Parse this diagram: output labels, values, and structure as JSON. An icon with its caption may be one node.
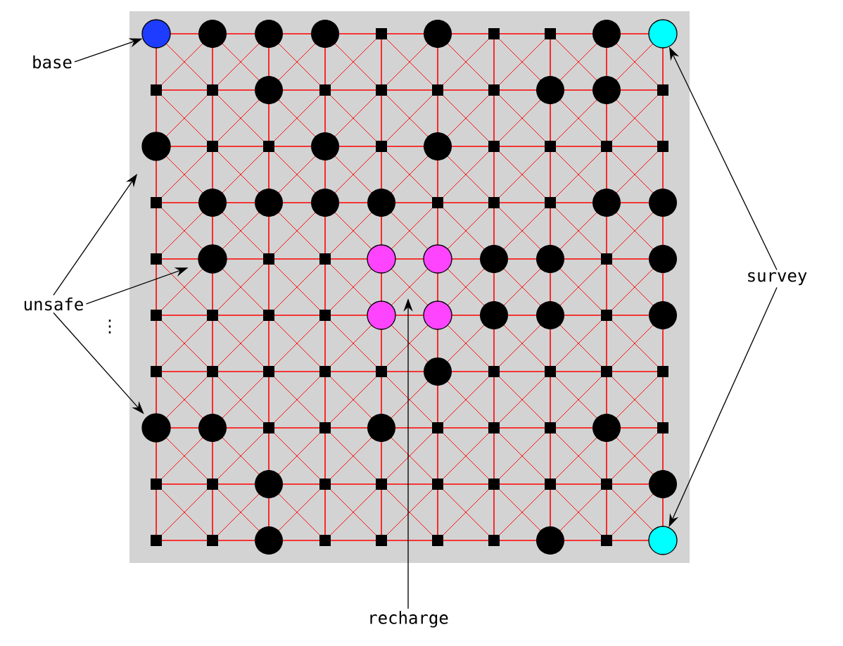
{
  "diagram": {
    "nodes": [
      {
        "text": [
          "base"
        ]
      },
      {
        "text": [],
        "shape": "circle"
      },
      {
        "text": [
          "unsafe"
        ]
      },
      {
        "text": [],
        "shape": "circle"
      },
      {
        "text": [],
        "shape": "circle"
      },
      {
        "text": [],
        "shape": "circle"
      },
      {
        "text": [
          "survey"
        ]
      },
      {
        "text": [],
        "shape": "circle"
      },
      {
        "text": [],
        "shape": "circle"
      },
      {
        "text": [
          "recharge"
        ]
      }
    ],
    "edges": [
      {
        "from": 0,
        "to": 1,
        "arrow": "to"
      },
      {
        "from": 2,
        "to": 3,
        "arrow": "to"
      },
      {
        "from": 2,
        "to": 4,
        "arrow": "to"
      },
      {
        "from": 2,
        "to": 5,
        "arrow": "to"
      },
      {
        "from": 6,
        "to": 7,
        "arrow": "to"
      },
      {
        "from": 6,
        "to": 8,
        "arrow": "to"
      },
      {
        "from": 9,
        "to": null,
        "arrow": "to"
      }
    ],
    "labels": [
      "⋮"
    ]
  }
}
